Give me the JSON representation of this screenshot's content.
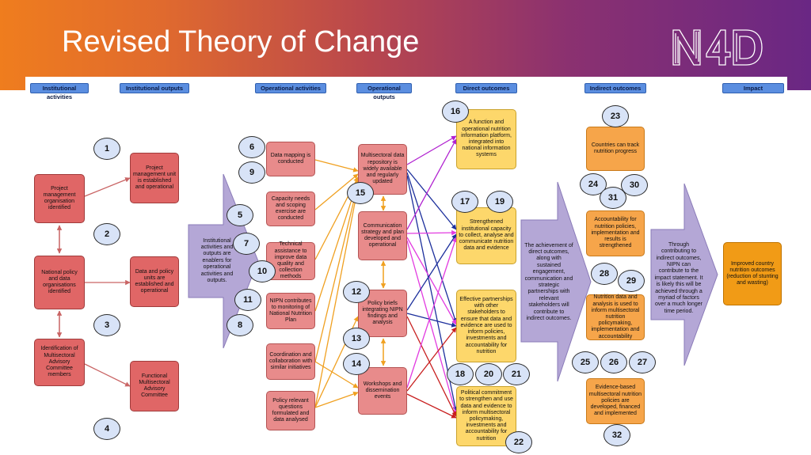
{
  "slide": {
    "title": "Revised Theory of Change",
    "logo_text": "N4D"
  },
  "headers": {
    "institutional_activities": "Institutional activities",
    "institutional_outputs": "Institutional outputs",
    "operational_activities": "Operational activities",
    "operational_outputs": "Operational outputs",
    "direct_outcomes": "Direct outcomes",
    "indirect_outcomes": "Indirect outcomes",
    "impact": "Impact"
  },
  "institutional_activities": [
    "Project management organisation identified",
    "National policy and data organisations identified",
    "Identification of Multisectoral Advisory Committee members"
  ],
  "institutional_outputs": [
    "Project management unit is established and operational",
    "Data and policy units are established and operational",
    "Functional Multisectoral Advisory Committee"
  ],
  "enabler_text": "Institutional activities and outputs are enablers for operational activities and outputs.",
  "operational_activities": [
    "Data mapping is conducted",
    "Capacity needs and scoping exercise are conducted",
    "Technical assistance to improve data quality and collection methods",
    "NIPN contributes to monitoring of National Nutrition Plan",
    "Coordination and collaboration with similar initiatives",
    "Policy relevant questions formulated and data analysed"
  ],
  "operational_outputs": [
    "Multisectoral data repository is widely available and regularly updated",
    "Communication strategy and plan developed and operational",
    "Policy briefs integrating NIPN findings and analysis",
    "Workshops and dissemination events"
  ],
  "direct_outcomes": [
    "A function and operational nutrition information platform, integrated into national information systems",
    "Strengthened institutional capacity to collect, analyse and communicate nutrition data and evidence",
    "Effective partnerships with other stakeholders to ensure that data and evidence are used to inform policies, investments and accountability for nutrition",
    "Political commitment to strengthen and use data and evidence to inform multisectoral policymaking, investments and accountability for nutrition"
  ],
  "direct_arrow_text": "The achievement of direct outcomes, along with sustained engagement, communication and strategic partnerships with relevant stakeholders will contribute to indirect outcomes.",
  "indirect_outcomes": [
    "Countries can track nutrition progress",
    "Accountability for nutrition policies, implementation and results is strengthened",
    "Nutrition data and analysis is used to inform multisectoral nutrition policymaking, implementation and accountability",
    "Evidence-based multisectoral nutrition policies are developed, financed and implemented"
  ],
  "indirect_arrow_text": "Through contributing to indirect outcomes, NIPN can contribute to the impact statement. It is likely this will be achieved through a myriad of factors over a much longer time period.",
  "impact": "Improved country nutrition outcomes (reduction of stunting and wasting)",
  "numbers": [
    "1",
    "2",
    "3",
    "4",
    "5",
    "6",
    "7",
    "8",
    "9",
    "10",
    "11",
    "12",
    "13",
    "14",
    "15",
    "16",
    "17",
    "18",
    "19",
    "20",
    "21",
    "22",
    "23",
    "24",
    "25",
    "26",
    "27",
    "28",
    "29",
    "30",
    "31",
    "32"
  ],
  "colors": {
    "red": "#e06666",
    "yellow": "#fdd76b",
    "orange": "#f6a54a",
    "impact": "#f19b16",
    "arrow_purple": "#b4a7d6",
    "header_blue": "#5b8ee0",
    "number_circle": "#d8e3f7"
  }
}
